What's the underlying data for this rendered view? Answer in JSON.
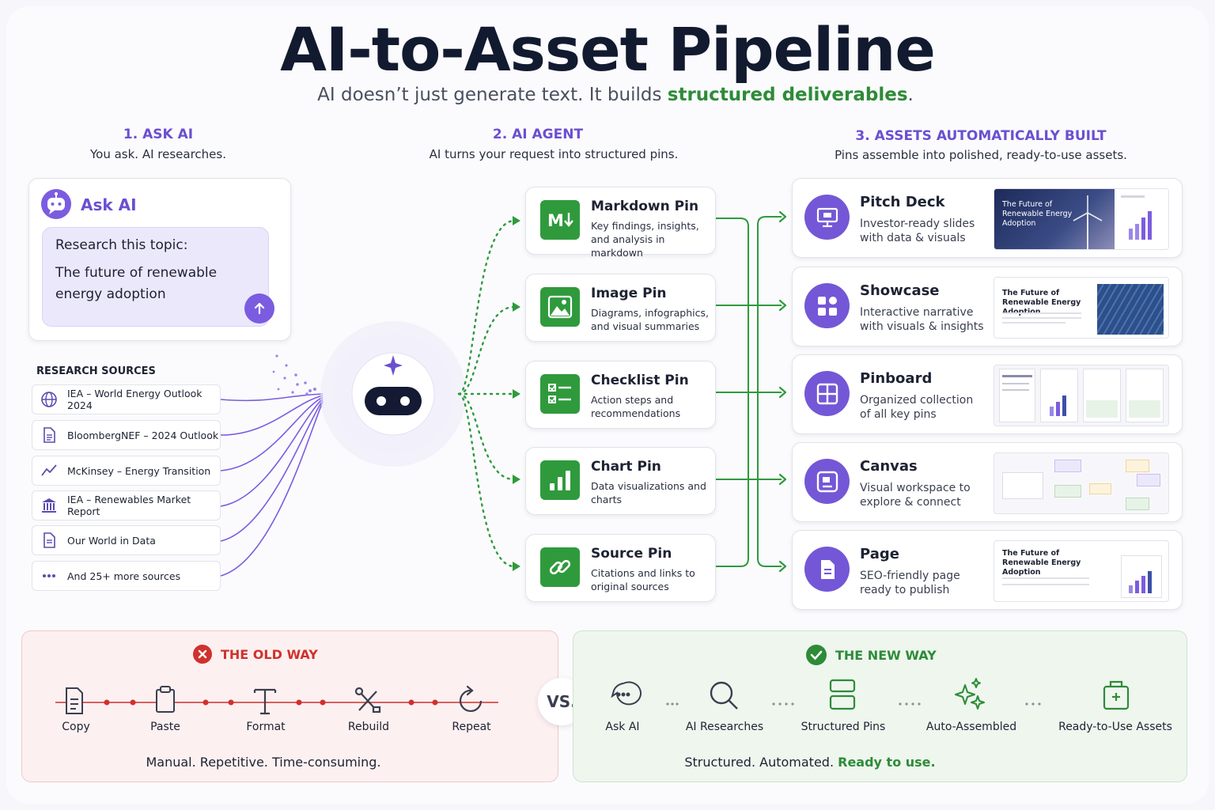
{
  "title": "AI-to-Asset Pipeline",
  "subtitle": {
    "prefix": "AI doesn’t just generate text. It builds ",
    "highlight": "structured deliverables",
    "suffix": "."
  },
  "columns": [
    {
      "title": "1. ASK AI",
      "subtitle": "You ask. AI researches."
    },
    {
      "title": "2. AI AGENT",
      "subtitle": "AI turns your request into structured pins."
    },
    {
      "title": "3. ASSETS AUTOMATICALLY BUILT",
      "subtitle": "Pins assemble into polished, ready-to-use assets."
    }
  ],
  "ask": {
    "label": "Ask AI",
    "prompt_line1": "Research this topic:",
    "prompt_line2": "The future of renewable energy adoption"
  },
  "sources": {
    "title": "RESEARCH SOURCES",
    "items": [
      {
        "label": "IEA – World Energy Outlook 2024",
        "icon": "globe-icon"
      },
      {
        "label": "BloombergNEF – 2024 Outlook",
        "icon": "document-icon"
      },
      {
        "label": "McKinsey – Energy Transition",
        "icon": "trend-line-icon"
      },
      {
        "label": "IEA – Renewables Market Report",
        "icon": "bank-icon"
      },
      {
        "label": "Our World in Data",
        "icon": "document-icon"
      },
      {
        "label": "And 25+ more sources",
        "icon": "more-dots-icon"
      }
    ]
  },
  "pins": [
    {
      "title": "Markdown Pin",
      "desc": "Key findings, insights, and analysis in markdown",
      "icon": "markdown-icon"
    },
    {
      "title": "Image Pin",
      "desc": "Diagrams, infographics, and visual summaries",
      "icon": "image-icon"
    },
    {
      "title": "Checklist Pin",
      "desc": "Action steps and recommendations",
      "icon": "checklist-icon"
    },
    {
      "title": "Chart Pin",
      "desc": "Data visualizations and charts",
      "icon": "bar-chart-icon"
    },
    {
      "title": "Source Pin",
      "desc": "Citations and links to original sources",
      "icon": "link-icon"
    }
  ],
  "assets": [
    {
      "title": "Pitch Deck",
      "desc": "Investor-ready slides with data & visuals",
      "icon": "presentation-icon",
      "thumb_title": "The Future of Renewable Energy Adoption"
    },
    {
      "title": "Showcase",
      "desc": "Interactive narrative with visuals & insights",
      "icon": "apps-grid-icon",
      "thumb_title": "The Future of Renewable Energy Adoption"
    },
    {
      "title": "Pinboard",
      "desc": "Organized collection of all key pins",
      "icon": "board-grid-icon",
      "thumb_title": ""
    },
    {
      "title": "Canvas",
      "desc": "Visual workspace to explore & connect",
      "icon": "canvas-icon",
      "thumb_title": ""
    },
    {
      "title": "Page",
      "desc": "SEO-friendly page ready to publish",
      "icon": "page-icon",
      "thumb_title": "The Future of Renewable Energy Adoption"
    }
  ],
  "old_way": {
    "heading": "THE OLD WAY",
    "steps": [
      "Copy",
      "Paste",
      "Format",
      "Rebuild",
      "Repeat"
    ],
    "tagline": "Manual. Repetitive. Time-consuming.",
    "color": "#d0312d"
  },
  "vs": "VS.",
  "new_way": {
    "heading": "THE NEW WAY",
    "steps": [
      "Ask AI",
      "AI Researches",
      "Structured Pins",
      "Auto-Assembled",
      "Ready-to-Use Assets"
    ],
    "tagline_prefix": "Structured. Automated. ",
    "tagline_highlight": "Ready to use.",
    "color": "#2e8b38"
  },
  "colors": {
    "purple": "#6b4fd0",
    "green": "#2f9a3c",
    "red": "#d0312d"
  }
}
